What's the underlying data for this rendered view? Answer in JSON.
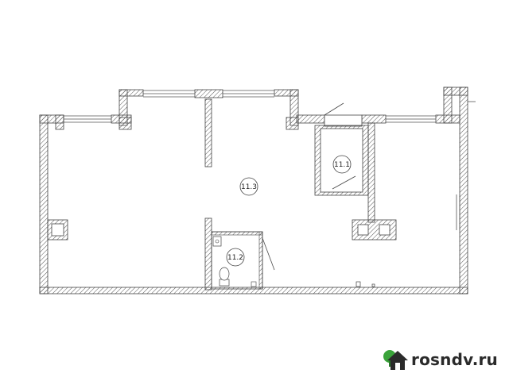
{
  "rooms": [
    {
      "id": "11.3",
      "label": "11.3"
    },
    {
      "id": "11.1",
      "label": "11.1"
    },
    {
      "id": "11.2",
      "label": "11.2"
    }
  ],
  "watermark": {
    "text": "rosndv.ru",
    "logo_icon": "house-with-tree-icon",
    "logo_colors": {
      "house": "#2b2b2b",
      "tree": "#3aa33a"
    }
  },
  "colors": {
    "wall": "#444444",
    "line": "#555555",
    "background": "#ffffff"
  }
}
